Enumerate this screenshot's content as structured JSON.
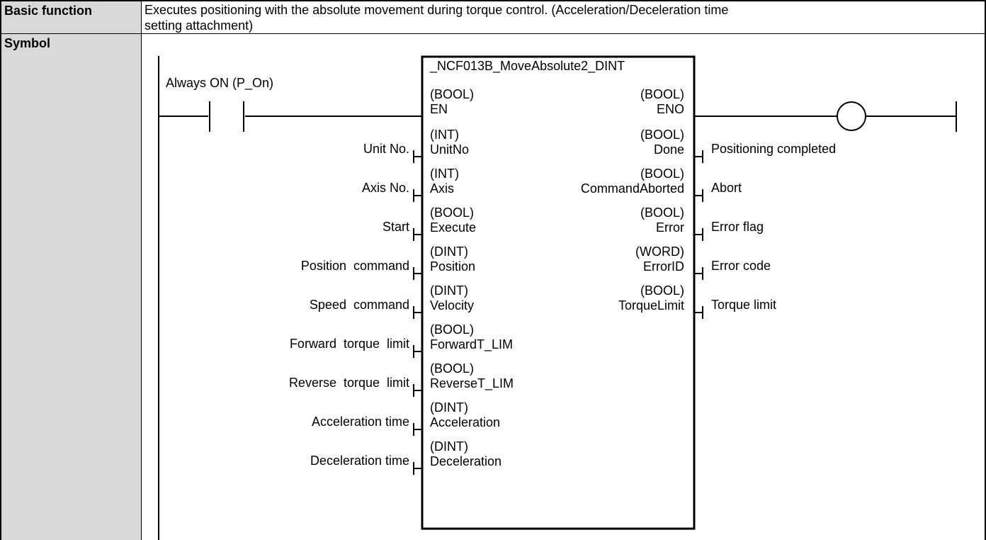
{
  "table": {
    "row1": {
      "header": "Basic function",
      "text_line1": "Executes positioning with the absolute movement during torque control. (Acceleration/Deceleration time",
      "text_line2": "setting attachment)"
    },
    "row2": {
      "header": "Symbol"
    }
  },
  "ladder": {
    "contact_label": "Always ON (P_On)",
    "block_name": "_NCF013B_MoveAbsolute2_DINT",
    "inputs": [
      {
        "label": "",
        "type": "(BOOL)",
        "name": "EN"
      },
      {
        "label": "Unit No.",
        "type": "(INT)",
        "name": "UnitNo"
      },
      {
        "label": "Axis No.",
        "type": "(INT)",
        "name": "Axis"
      },
      {
        "label": "Start",
        "type": "(BOOL)",
        "name": "Execute"
      },
      {
        "label": "Position  command",
        "type": "(DINT)",
        "name": "Position"
      },
      {
        "label": "Speed  command",
        "type": "(DINT)",
        "name": "Velocity"
      },
      {
        "label": "Forward  torque  limit",
        "type": "(BOOL)",
        "name": "ForwardT_LIM"
      },
      {
        "label": "Reverse  torque  limit",
        "type": "(BOOL)",
        "name": "ReverseT_LIM"
      },
      {
        "label": "Acceleration time",
        "type": "(DINT)",
        "name": "Acceleration"
      },
      {
        "label": "Deceleration time",
        "type": "(DINT)",
        "name": "Deceleration"
      }
    ],
    "outputs": [
      {
        "label": "",
        "type": "(BOOL)",
        "name": "ENO"
      },
      {
        "label": "Positioning completed",
        "type": "(BOOL)",
        "name": "Done"
      },
      {
        "label": "Abort",
        "type": "(BOOL)",
        "name": "CommandAborted"
      },
      {
        "label": "Error flag",
        "type": "(BOOL)",
        "name": "Error"
      },
      {
        "label": "Error code",
        "type": "(WORD)",
        "name": "ErrorID"
      },
      {
        "label": "Torque limit",
        "type": "(BOOL)",
        "name": "TorqueLimit"
      }
    ]
  }
}
